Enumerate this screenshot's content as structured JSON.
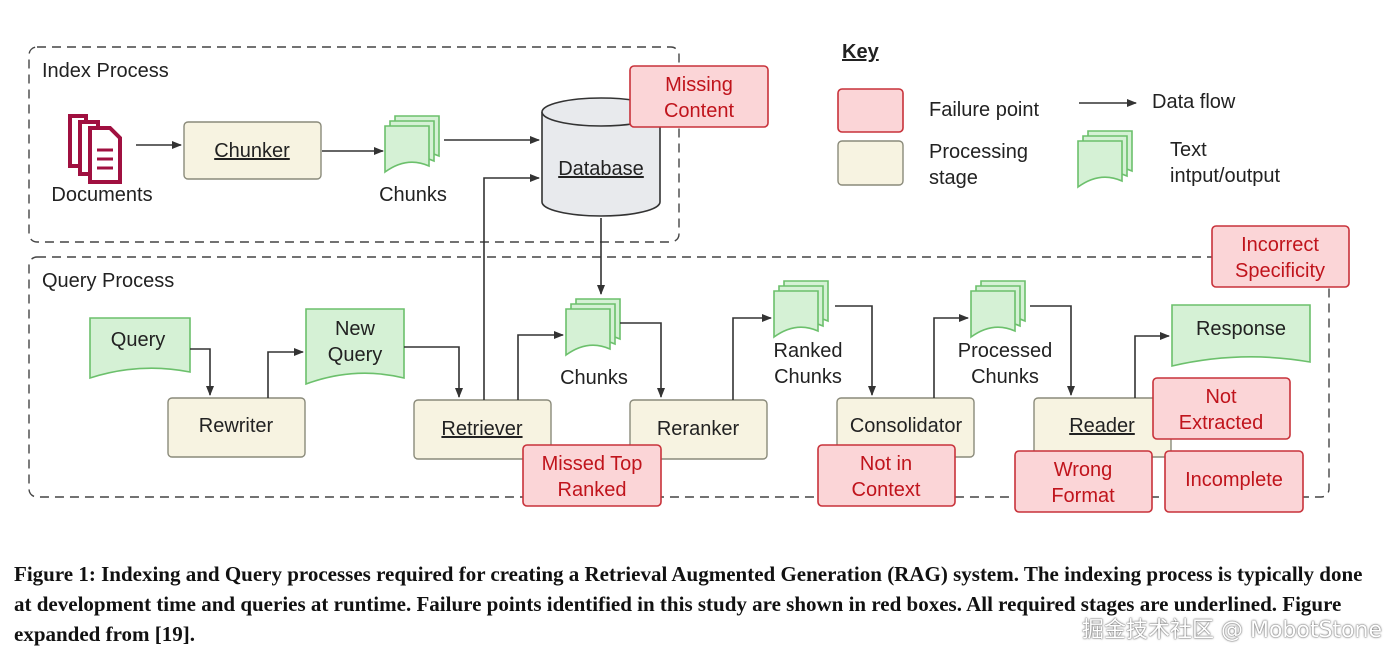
{
  "colors": {
    "failure_fill": "#fbd5d7",
    "failure_stroke": "#c8323a",
    "failure_text": "#c0141c",
    "processing_fill": "#f7f3e1",
    "processing_stroke": "#8a8a7a",
    "text_io_fill": "#d5f1d5",
    "text_io_stroke": "#6cc06c",
    "database_fill": "#e8eaed",
    "document_icon": "#a01040",
    "line": "#333333"
  },
  "index_process": {
    "title": "Index Process",
    "documents_label": "Documents",
    "chunker_label": "Chunker",
    "chunks_label": "Chunks",
    "database_label": "Database"
  },
  "query_process": {
    "title": "Query Process",
    "query_label": "Query",
    "new_query_line1": "New",
    "new_query_line2": "Query",
    "rewriter_label": "Rewriter",
    "retriever_label": "Retriever",
    "chunks_label": "Chunks",
    "reranker_label": "Reranker",
    "ranked_chunks_line1": "Ranked",
    "ranked_chunks_line2": "Chunks",
    "consolidator_label": "Consolidator",
    "processed_chunks_line1": "Processed",
    "processed_chunks_line2": "Chunks",
    "reader_label": "Reader",
    "response_label": "Response"
  },
  "failure_points": {
    "missing_content": [
      "Missing",
      "Content"
    ],
    "incorrect_specificity": [
      "Incorrect",
      "Specificity"
    ],
    "missed_top_ranked": [
      "Missed Top",
      "Ranked"
    ],
    "not_in_context": [
      "Not in",
      "Context"
    ],
    "not_extracted": [
      "Not",
      "Extracted"
    ],
    "wrong_format": [
      "Wrong",
      "Format"
    ],
    "incomplete": [
      "Incomplete"
    ]
  },
  "key": {
    "title": "Key",
    "failure_point": "Failure point",
    "processing_line1": "Processing",
    "processing_line2": "stage",
    "data_flow": "Data flow",
    "text_io_line1": "Text",
    "text_io_line2": "intput/output"
  },
  "caption": "Figure 1: Indexing and Query processes required for creating a Retrieval Augmented Generation (RAG) system. The indexing process is typically done at development time and queries at runtime. Failure points identified in this study are shown in red boxes. All required stages are underlined. Figure expanded from [19].",
  "watermark": "掘金技术社区 @ MobotStone"
}
